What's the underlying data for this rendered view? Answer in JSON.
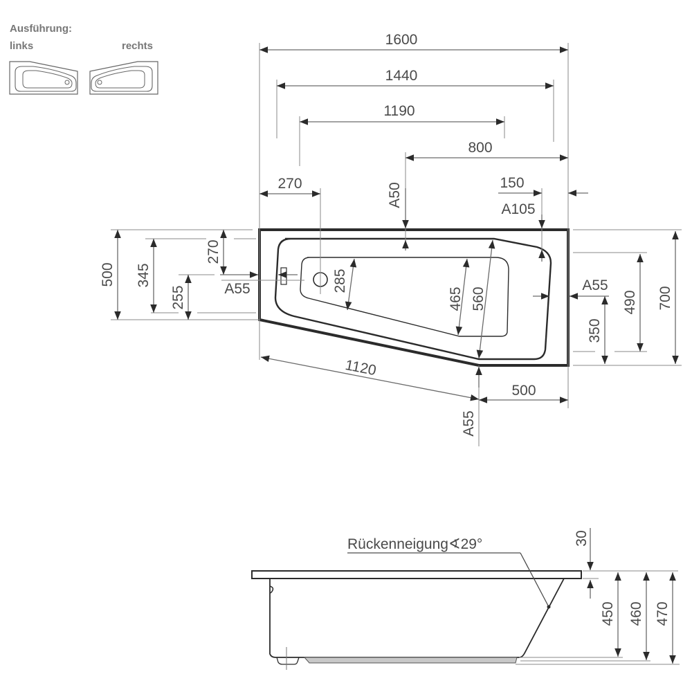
{
  "legend": {
    "title": "Ausführung:",
    "left_label": "links",
    "right_label": "rechts"
  },
  "top_view": {
    "dims": {
      "overall_length": "1600",
      "length_1440": "1440",
      "length_1190": "1190",
      "length_800": "800",
      "drain_offset": "270",
      "a50": "A50",
      "offset_150": "150",
      "a105": "A105",
      "depth_500_left": "500",
      "depth_345": "345",
      "depth_270": "270",
      "depth_255": "255",
      "a55_left": "A55",
      "width_285": "285",
      "width_465": "465",
      "width_560": "560",
      "a55_right": "A55",
      "depth_490": "490",
      "depth_700": "700",
      "depth_350": "350",
      "slant_1120": "1120",
      "length_500_bottom": "500",
      "a55_bottom": "A55"
    }
  },
  "side_view": {
    "backrest_label": "Rückenneigung",
    "angle_symbol": "∢",
    "backrest_angle": "29°",
    "rim_30": "30",
    "height_450": "450",
    "height_460": "460",
    "height_470": "470"
  }
}
